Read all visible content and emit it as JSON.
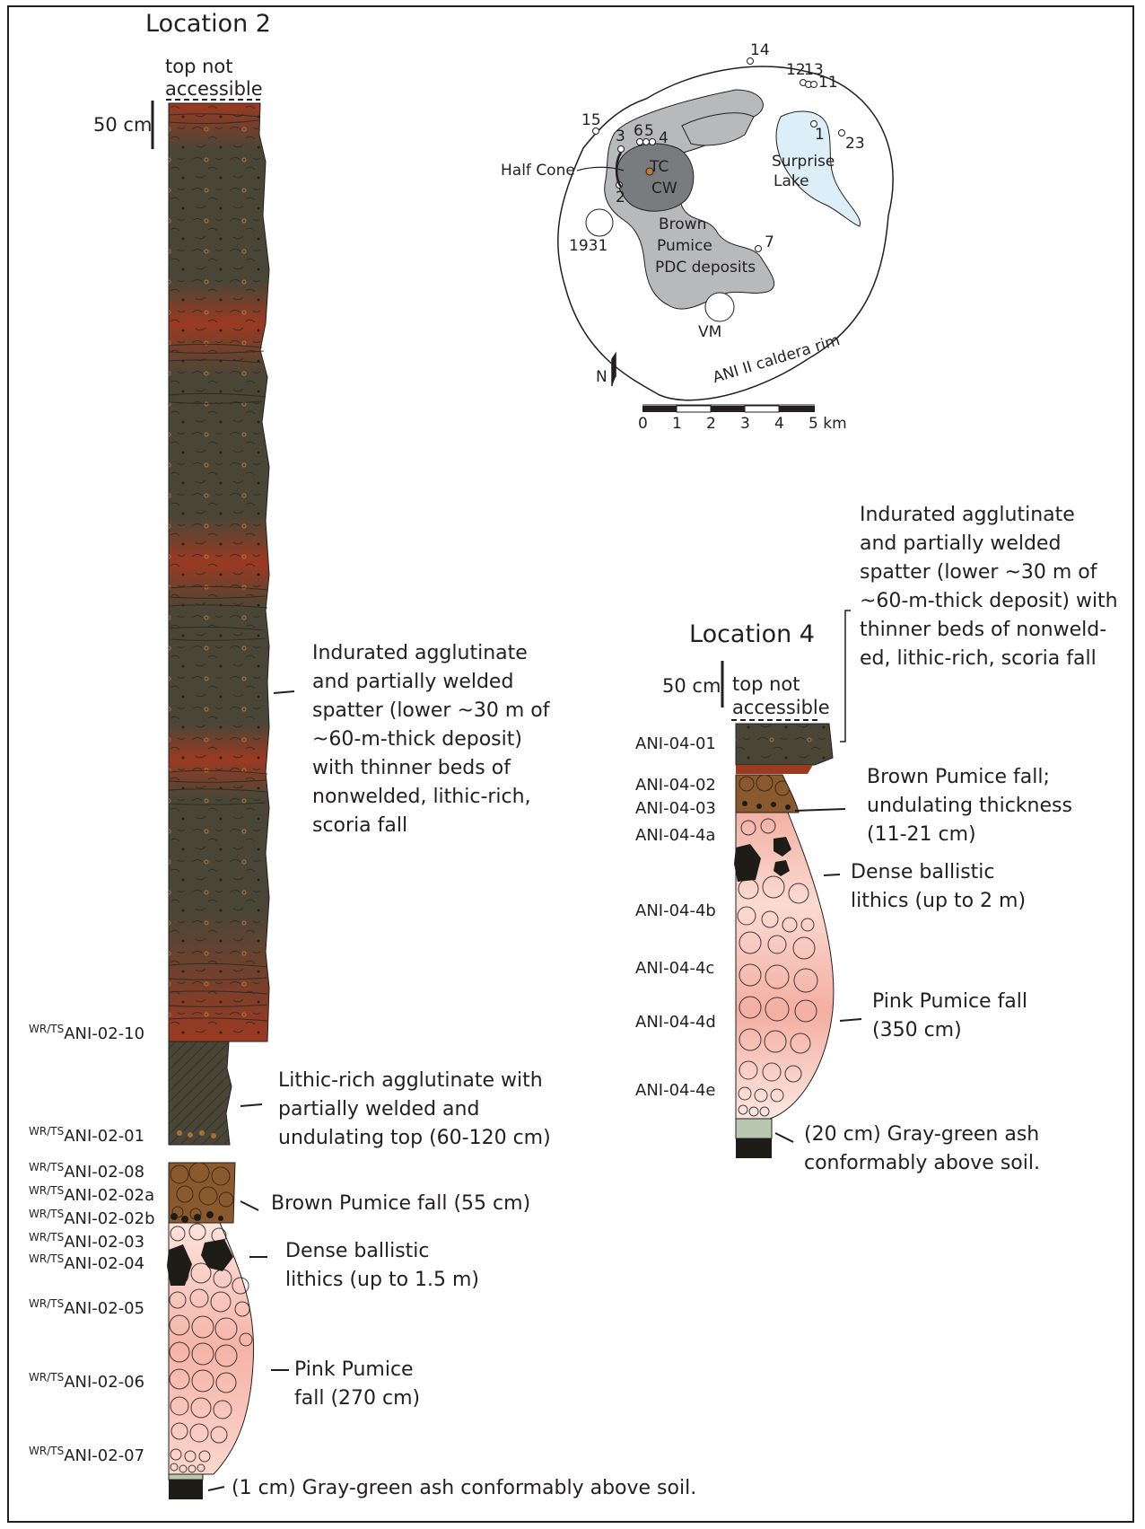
{
  "location2": {
    "title": "Location 2",
    "top_note": [
      "top not",
      "accessible"
    ],
    "scale_bar_label": "50 cm",
    "samples": [
      {
        "prefix": "WR/TS",
        "id": "ANI-02-10"
      },
      {
        "prefix": "WR/TS",
        "id": "ANI-02-01"
      },
      {
        "prefix": "WR/TS",
        "id": "ANI-02-08"
      },
      {
        "prefix": "WR/TS",
        "id": "ANI-02-02a"
      },
      {
        "prefix": "WR/TS",
        "id": "ANI-02-02b"
      },
      {
        "prefix": "WR/TS",
        "id": "ANI-02-03"
      },
      {
        "prefix": "WR/TS",
        "id": "ANI-02-04"
      },
      {
        "prefix": "WR/TS",
        "id": "ANI-02-05"
      },
      {
        "prefix": "WR/TS",
        "id": "ANI-02-06"
      },
      {
        "prefix": "WR/TS",
        "id": "ANI-02-07"
      }
    ],
    "descriptions": [
      [
        "Indurated agglutinate",
        "and partially welded",
        "spatter (lower ~30 m of",
        "~60-m-thick deposit)",
        "with thinner beds of",
        "nonwelded, lithic-rich,",
        "scoria fall"
      ],
      [
        "Lithic-rich agglutinate with",
        "partially welded and",
        "undulating top (60-120 cm)"
      ],
      [
        "Brown Pumice fall (55 cm)"
      ],
      [
        "Dense ballistic",
        "lithics (up to 1.5 m)"
      ],
      [
        "Pink Pumice",
        "fall (270 cm)"
      ],
      [
        "(1 cm) Gray-green ash conformably above soil."
      ]
    ]
  },
  "location4": {
    "title": "Location 4",
    "top_note": [
      "top not",
      "accessible"
    ],
    "scale_bar_label": "50 cm",
    "samples": [
      "ANI-04-01",
      "ANI-04-02",
      "ANI-04-03",
      "ANI-04-4a",
      "ANI-04-4b",
      "ANI-04-4c",
      "ANI-04-4d",
      "ANI-04-4e"
    ],
    "descriptions": [
      [
        "Indurated agglutinate",
        "and partially welded",
        "spatter (lower ~30 m of",
        "~60-m-thick deposit) with",
        "thinner beds of nonweld-",
        "ed, lithic-rich, scoria fall"
      ],
      [
        "Brown Pumice fall;",
        "undulating thickness",
        "(11-21 cm)"
      ],
      [
        "Dense ballistic",
        "lithics (up to 2 m)"
      ],
      [
        "Pink Pumice fall",
        "(350 cm)"
      ],
      [
        "(20 cm) Gray-green ash",
        "conformably above soil."
      ]
    ]
  },
  "map": {
    "site_numbers": [
      "14",
      "12",
      "13",
      "11",
      "15",
      "3",
      "6",
      "5",
      "4",
      "1",
      "23",
      "2",
      "7"
    ],
    "half_cone": "Half Cone",
    "tc": "TC",
    "cw": "CW",
    "surprise_lake": [
      "Surprise",
      "Lake"
    ],
    "brown_pumice": [
      "Brown",
      "Pumice",
      "PDC deposits"
    ],
    "year_1931": "1931",
    "vm": "VM",
    "rim": "ANI II caldera rim",
    "north": "N",
    "scale_ticks": [
      "0",
      "1",
      "2",
      "3",
      "4",
      "5 km"
    ]
  },
  "colors": {
    "spatter_dark": "#4a4637",
    "spatter_red": "#9c3a22",
    "brown_pumice": "#8a5a2e",
    "pink_pumice": "#f6b3a7",
    "gray_green_ash": "#b9c6b1",
    "pdc_gray": "#b8b9bb",
    "half_cone_gray": "#7a7b7e",
    "lake_blue": "#dceff8"
  }
}
